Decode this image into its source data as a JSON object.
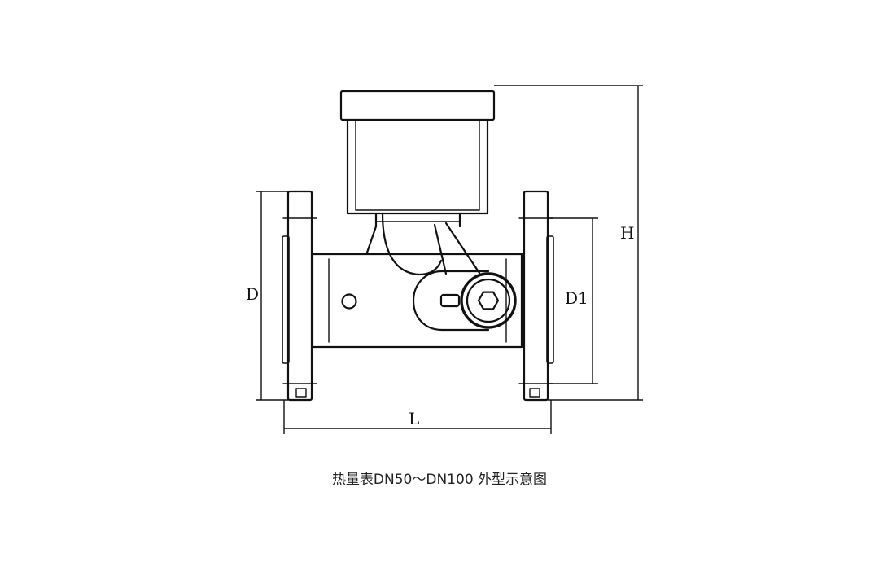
{
  "labels": {
    "D": "D",
    "D1": "D1",
    "H": "H",
    "L": "L"
  },
  "caption": "热量表DN50～DN100 外型示意图",
  "colors": {
    "stroke": "#111111",
    "background": "#ffffff"
  }
}
